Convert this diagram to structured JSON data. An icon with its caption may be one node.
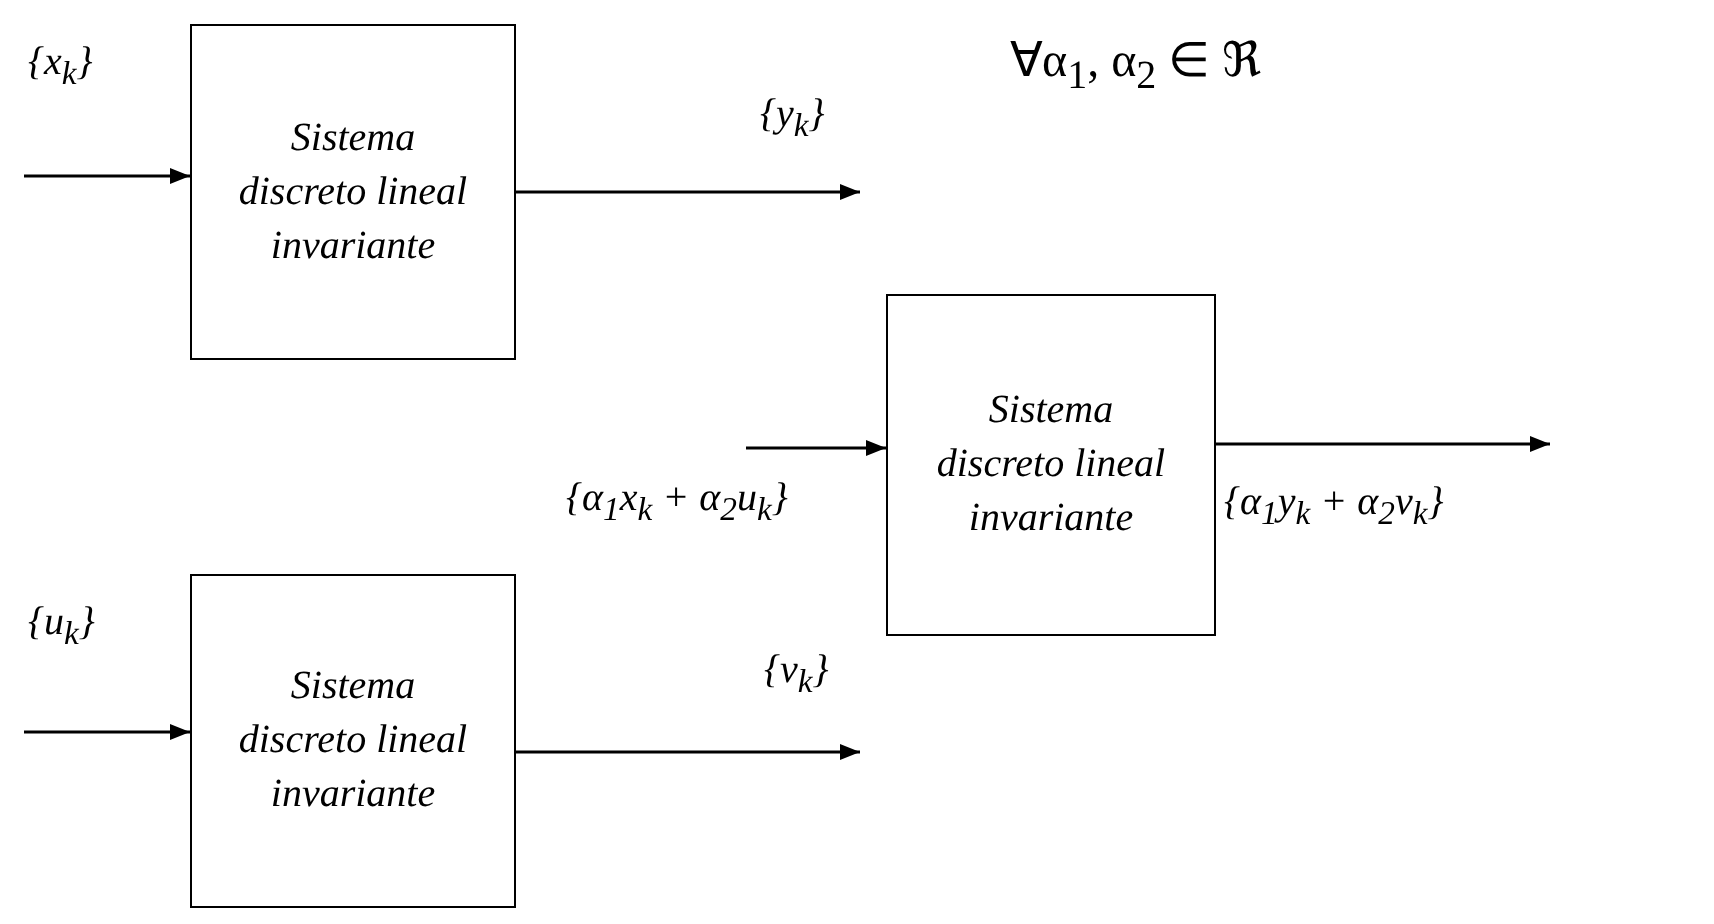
{
  "diagram": {
    "nodes": [
      {
        "text": [
          "Sistema discreto lineal invariante"
        ]
      },
      {
        "text": [
          "Sistema discreto lineal invariante"
        ]
      },
      {
        "text": [
          "Sistema discreto lineal invariante"
        ]
      }
    ],
    "edges": [
      {
        "from": null,
        "to": 0,
        "arrow": "to",
        "label": "{x$_{k}$}"
      },
      {
        "from": 0,
        "to": null,
        "arrow": "to",
        "label": "{y$_{k}$}"
      },
      {
        "from": null,
        "to": 1,
        "arrow": "to",
        "label": "{α$_{1}$x$_{k}$ + α$_{2}$u$_{k}$}"
      },
      {
        "from": 1,
        "to": null,
        "arrow": "to",
        "label": "{α$_{1}$y$_{k}$ + α$_{2}$v$_{k}$}"
      },
      {
        "from": null,
        "to": 2,
        "arrow": "to",
        "label": "{u$_{k}$}"
      },
      {
        "from": 2,
        "to": null,
        "arrow": "to",
        "label": "{v$_{k}$}"
      }
    ],
    "labels": [
      "∀α$_{1}$, α$_{2}$ ∈ ℜ"
    ]
  }
}
